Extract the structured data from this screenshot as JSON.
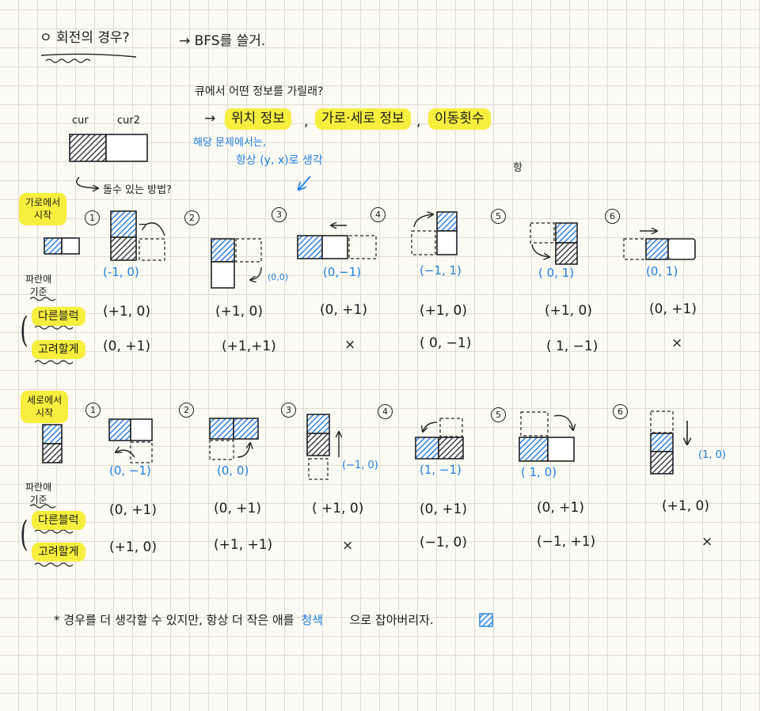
{
  "header": {
    "title": "ㅇ 회전의 경우?",
    "arrow_note": "→ BFS를 쓸거."
  },
  "queue": {
    "question": "큐에서 어떤 정보를 가릴래?",
    "arrow": "→",
    "items": [
      "위치 정보",
      "가로·세로 정보",
      "이동횟수"
    ],
    "sep1": ",",
    "sep2": ",",
    "note_line1": "해당 문제에서는,",
    "note_line2": "항상 (y, x)로 생각",
    "char_stray": "항"
  },
  "robot_labels": {
    "cur": "cur",
    "cur2": "cur2"
  },
  "ways_question": "돌수 있는 방법?",
  "horizontal": {
    "start_label_line1": "가로에서",
    "start_label_line2": "시작",
    "base_label_line1": "파란애",
    "base_label_line2": "기준",
    "other_block": "다른블럭",
    "consider": "고려할게",
    "cases": [
      {
        "num": "1",
        "move": "(-1, 0)",
        "other": "(+1, 0)",
        "consider": "(0, +1)"
      },
      {
        "num": "2",
        "move": "(0,0)",
        "other": "(+1, 0)",
        "consider": "(+1,+1)"
      },
      {
        "num": "3",
        "move": "(0,−1)",
        "other": "(0, +1)",
        "consider": "×"
      },
      {
        "num": "4",
        "move": "(−1, 1)",
        "other": "(+1, 0)",
        "consider": "( 0, −1)"
      },
      {
        "num": "5",
        "move": "( 0, 1)",
        "other": "(+1, 0)",
        "consider": "( 1, −1)"
      },
      {
        "num": "6",
        "move": "(0, 1)",
        "other": "(0, +1)",
        "consider": "×"
      }
    ]
  },
  "vertical": {
    "start_label_line1": "세로에서",
    "start_label_line2": "시작",
    "base_label_line1": "파란애",
    "base_label_line2": "기준",
    "other_block": "다른블럭",
    "consider": "고려할게",
    "cases": [
      {
        "num": "1",
        "move": "(0, −1)",
        "other": "(0, +1)",
        "consider": "(+1, 0)"
      },
      {
        "num": "2",
        "move": "(0, 0)",
        "other": "(0, +1)",
        "consider": "(+1, +1)"
      },
      {
        "num": "3",
        "move": "(−1, 0)",
        "other": "( +1, 0)",
        "consider": "×"
      },
      {
        "num": "4",
        "move": "(1, −1)",
        "other": "(0, +1)",
        "consider": "(−1, 0)"
      },
      {
        "num": "5",
        "move": "( 1, 0)",
        "other": "(0, +1)",
        "consider": "(−1, +1)"
      },
      {
        "num": "6",
        "move": "(1, 0)",
        "other": "(+1, 0)",
        "consider": "×"
      }
    ]
  },
  "footer": {
    "before": "* 경우를 더 생각할 수 있지만, 항상 더 작은 애를",
    "blue_word": "청색",
    "after": "으로 잡아버리자."
  },
  "colors": {
    "highlight": "#f7ee3e",
    "blue": "#1f7fe0",
    "ink": "#1c1c1c",
    "grid": "#dedcd2"
  }
}
